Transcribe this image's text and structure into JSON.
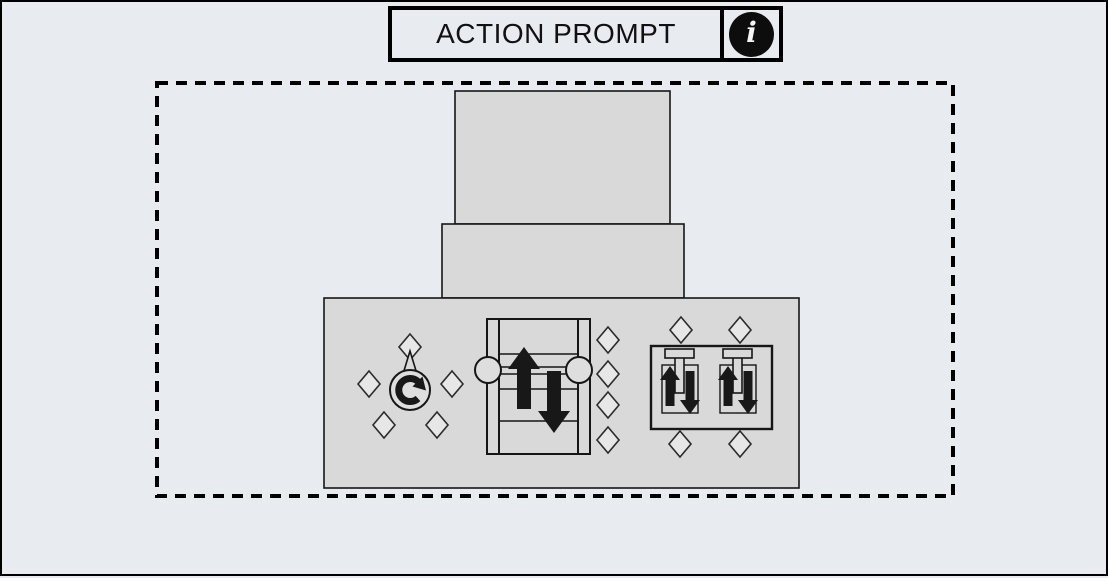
{
  "header": {
    "title": "ACTION PROMPT",
    "info_glyph": "i"
  },
  "colors": {
    "page_background": "#e8ecf0",
    "machine_fill": "#d9d9d9",
    "outline": "#161616",
    "arrow": "#181818",
    "diamond_fill": "#e7e7e7",
    "circle_fill": "#dedede",
    "info_badge_bg": "#0d0d0d",
    "info_badge_fg": "#f4f4f4"
  },
  "icons": {
    "info": "info-icon",
    "rotate": "rotate-clockwise-icon",
    "raise": "arrow-up-icon",
    "lower": "arrow-down-icon",
    "lever": "lever-handle-icon",
    "marker": "diamond-marker-icon"
  },
  "machine": {
    "controls": [
      {
        "id": "rotate-control",
        "icon": "rotate-clockwise-icon",
        "diamond_markers": 5
      },
      {
        "id": "mast-lift-control",
        "icon": "up-down-arrows",
        "diamond_markers": 4
      },
      {
        "id": "dual-lever-control",
        "icon": "lever-handle-icon",
        "levers": 2,
        "diamond_markers": 4
      }
    ]
  }
}
